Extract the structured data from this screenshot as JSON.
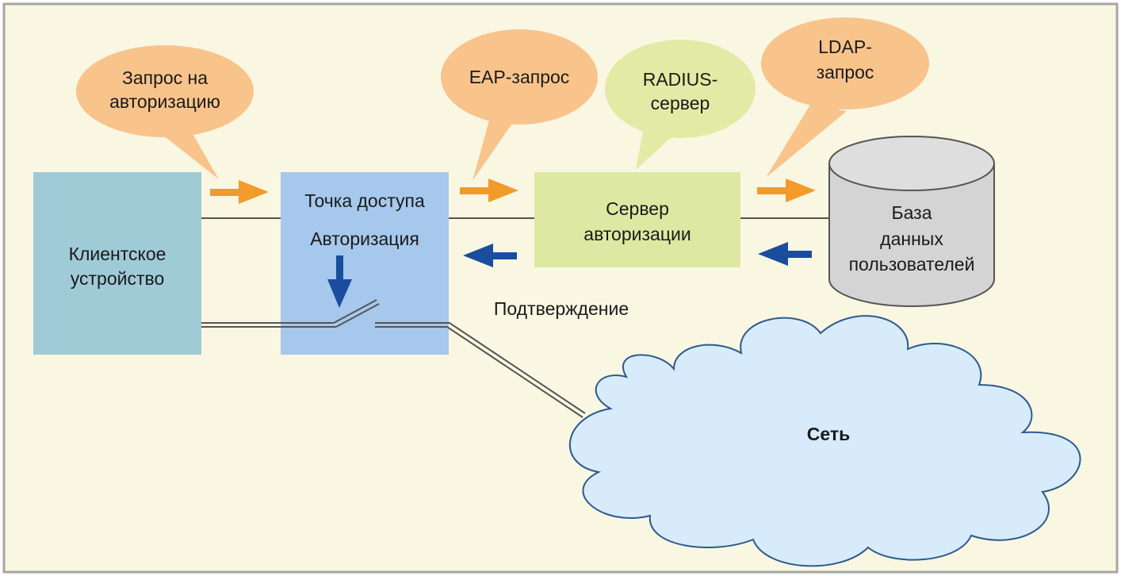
{
  "colors": {
    "background": "#f9f7e2",
    "frame": "#a6a6a6",
    "client_box": "#9fcbd7",
    "access_point_box": "#a6c8ec",
    "auth_server_box": "#dde8a3",
    "database": "#d4d4d4",
    "bubble_orange": "#f8c48c",
    "bubble_green": "#e3eaa5",
    "arrow_orange": "#f39a2a",
    "arrow_blue": "#1a4d9e",
    "cloud_fill": "#d7ebfb",
    "cloud_stroke": "#2d5a8e",
    "wire": "#555555"
  },
  "bubbles": {
    "auth_request": {
      "line1": "Запрос на",
      "line2": "авторизацию"
    },
    "eap_request": {
      "line1": "EAP-запрос"
    },
    "radius_server": {
      "line1": "RADIUS-",
      "line2": "сервер"
    },
    "ldap_request": {
      "line1": "LDAP-",
      "line2": "запрос"
    }
  },
  "nodes": {
    "client_device": {
      "line1": "Клиентское",
      "line2": "устройство"
    },
    "access_point": {
      "line1": "Точка доступа",
      "line2": "Авторизация"
    },
    "auth_server": {
      "line1": "Сервер",
      "line2": "авторизации"
    },
    "user_database": {
      "line1": "База",
      "line2": "данных",
      "line3": "пользователей"
    }
  },
  "confirmation_label": "Подтверждение",
  "network": {
    "label": "Сеть"
  }
}
